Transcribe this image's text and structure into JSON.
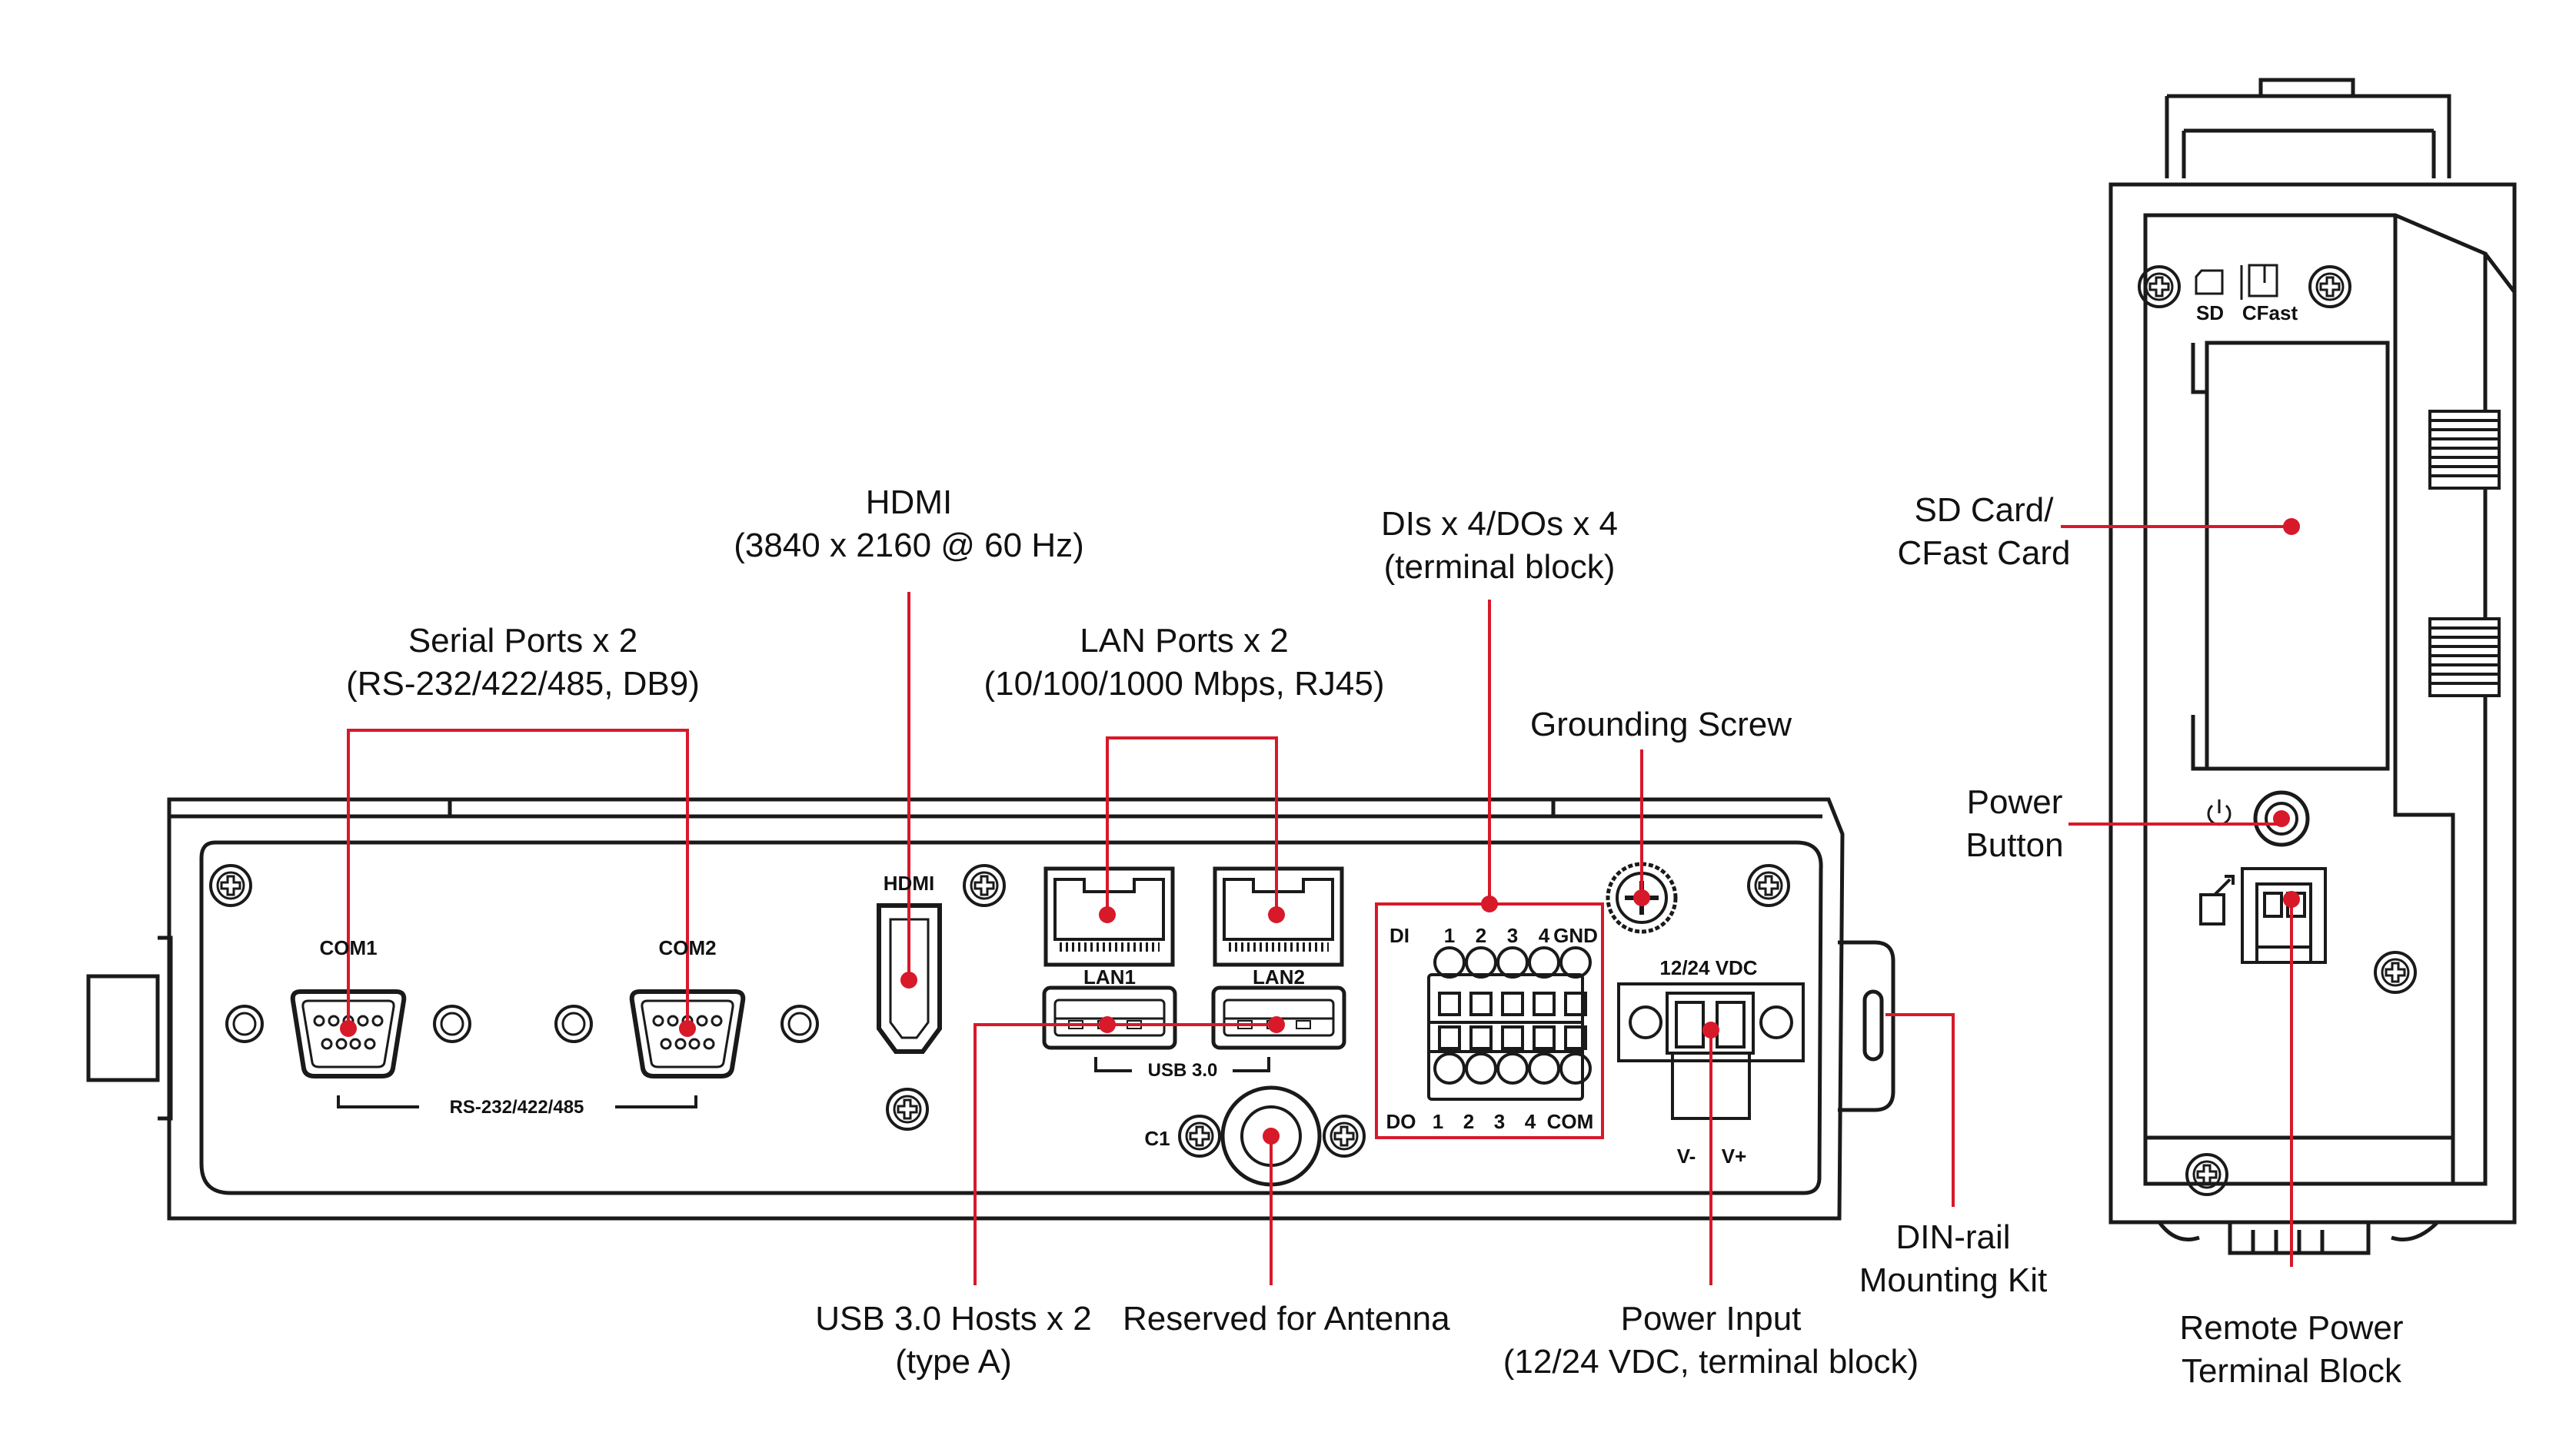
{
  "colors": {
    "outline": "#1a1a1a",
    "accent": "#d7192a",
    "panel_fill": "#ffffff"
  },
  "callouts": {
    "hdmi": [
      "HDMI",
      "(3840 x 2160 @ 60 Hz)"
    ],
    "serial": [
      "Serial Ports x 2",
      "(RS-232/422/485, DB9)"
    ],
    "lan": [
      "LAN Ports x 2",
      "(10/100/1000 Mbps, RJ45)"
    ],
    "dio": [
      "DIs x 4/DOs x 4",
      "(terminal block)"
    ],
    "ground": [
      "Grounding Screw"
    ],
    "sdcard": [
      "SD Card/",
      "CFast Card"
    ],
    "power_button": [
      "Power",
      "Button"
    ],
    "usb": [
      "USB 3.0 Hosts x 2",
      "(type A)"
    ],
    "antenna": [
      "Reserved for Antenna"
    ],
    "power_input": [
      "Power Input",
      "(12/24 VDC, terminal block)"
    ],
    "dinrail": [
      "DIN-rail",
      "Mounting Kit"
    ],
    "remote_power": [
      "Remote Power",
      "Terminal Block"
    ]
  },
  "device_labels": {
    "hdmi": "HDMI",
    "com1": "COM1",
    "com2": "COM2",
    "rs": "RS-232/422/485",
    "lan1": "LAN1",
    "lan2": "LAN2",
    "usb30": "USB 3.0",
    "c1": "C1",
    "di": "DI",
    "do": "DO",
    "gnd": "GND",
    "com": "COM",
    "pin1": "1",
    "pin2": "2",
    "pin3": "3",
    "pin4": "4",
    "vdc": "12/24 VDC",
    "vminus": "V-",
    "vplus": "V+",
    "sd": "SD",
    "cfast": "CFast"
  }
}
